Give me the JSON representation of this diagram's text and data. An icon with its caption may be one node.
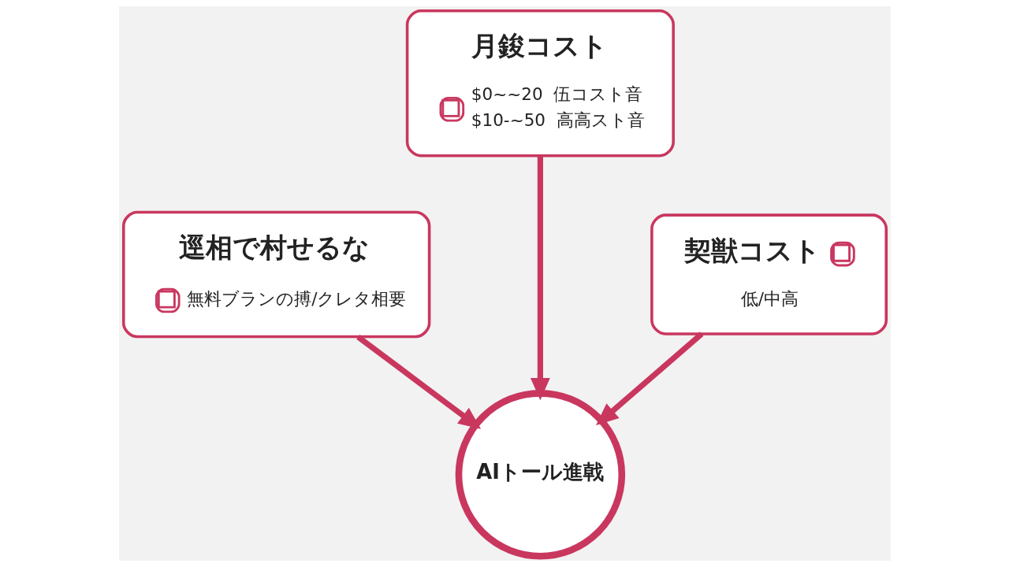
{
  "diagram": {
    "nodes": [
      {
        "text": [
          "逕相で村せるな",
          "無料ブランの搏/クレタ相要"
        ]
      },
      {
        "text": [
          "月鋑コスト",
          "$0~~20  伍コスト音",
          "$10-~50  高高スト音"
        ]
      },
      {
        "text": [
          "契獣コスト",
          "低/中高"
        ]
      },
      {
        "text": [
          "AIトール進戟"
        ]
      }
    ],
    "edges": [
      {
        "from": 0,
        "to": 3,
        "arrow": "to"
      },
      {
        "from": 1,
        "to": 3,
        "arrow": "to"
      },
      {
        "from": 2,
        "to": 3,
        "arrow": "to"
      }
    ]
  }
}
